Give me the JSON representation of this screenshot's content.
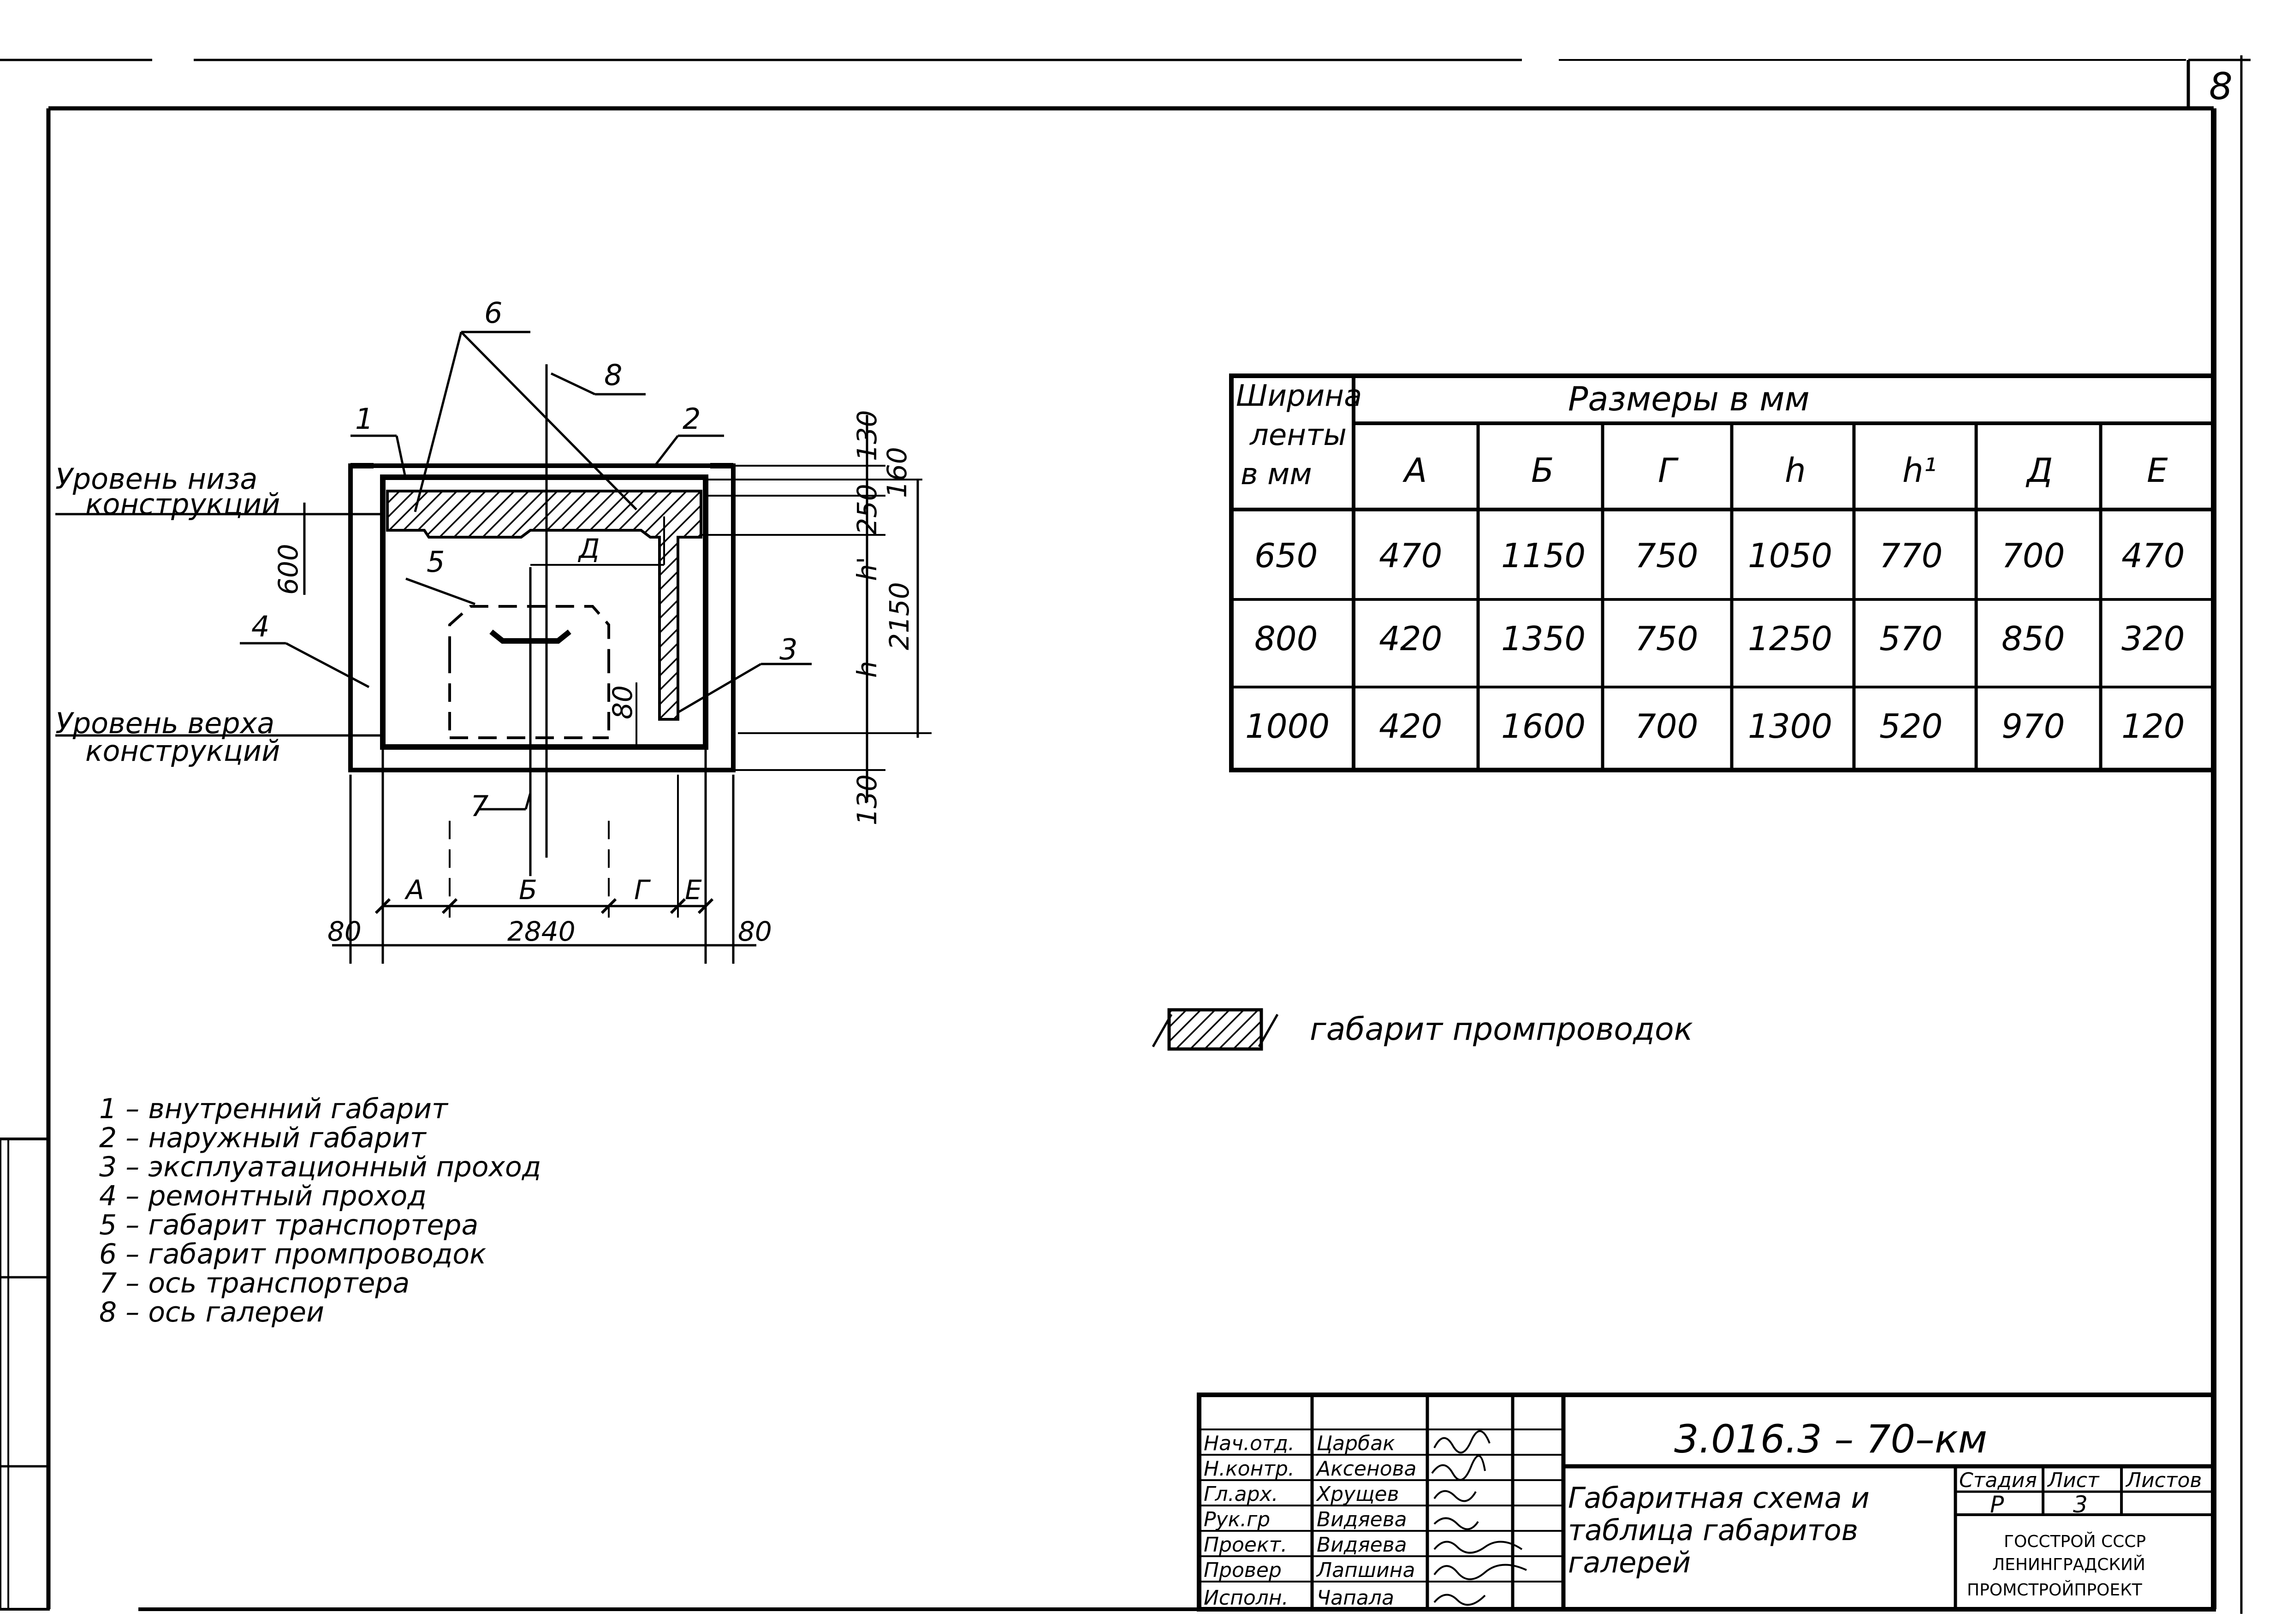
{
  "sheet_number": "8",
  "table": {
    "col_belt_width": [
      "Ширина",
      "ленты",
      "в мм"
    ],
    "sizes_header": "Размеры в мм",
    "columns": [
      "A",
      "Б",
      "Г",
      "h",
      "h¹",
      "Д",
      "Е"
    ],
    "rows": [
      [
        "650",
        "470",
        "1150",
        "750",
        "1050",
        "770",
        "700",
        "470"
      ],
      [
        "800",
        "420",
        "1350",
        "750",
        "1250",
        "570",
        "850",
        "320"
      ],
      [
        "1000",
        "420",
        "1600",
        "700",
        "1300",
        "520",
        "970",
        "120"
      ]
    ]
  },
  "drawing": {
    "level_bottom": [
      "Уровень низа",
      "конструкций"
    ],
    "level_top": [
      "Уровень верха",
      "конструкций"
    ],
    "callouts": [
      "1",
      "2",
      "3",
      "4",
      "5",
      "6",
      "7",
      "8"
    ],
    "dims": {
      "d130_top": "130",
      "d160": "160",
      "d250": "250",
      "h_prime": "h'",
      "d2150": "2150",
      "h": "h",
      "d130_bottom": "130",
      "d600": "600",
      "d80": "80",
      "D": "Д",
      "A": "A",
      "B": "Б",
      "G": "Г",
      "E": "Е",
      "total": "2840",
      "left80": "80",
      "right80": "80"
    }
  },
  "hatch_legend": "габарит промпроводок",
  "legend": [
    "1 – внутренний габарит",
    "2 – наружный габарит",
    "3 – эксплуатационный проход",
    "4 – ремонтный проход",
    "5 – габарит транспортера",
    "6 – габарит промпроводок",
    "7 – ось транспортера",
    "8 – ось галереи"
  ],
  "title_block": {
    "code": "3.016.3 – 70–км",
    "title": [
      "Габаритная схема и",
      "таблица габаритов",
      "галерей"
    ],
    "roles": [
      "Нач.отд.",
      "Н.контр.",
      "Гл.арх.",
      "Рук.гр",
      "Проект.",
      "Провер",
      "Исполн."
    ],
    "names": [
      "Царбак",
      "Аксенова",
      "Хрущев",
      "Видяева",
      "Видяева",
      "Лапшина",
      "Чапала"
    ],
    "stage_header": "Стадия",
    "sheet_header": "Лист",
    "sheets_header": "Листов",
    "stage": "Р",
    "sheet": "3",
    "org": [
      "ГОССТРОЙ СССР",
      "ЛЕНИНГРАДСКИЙ",
      "ПРОМСТРОЙПРОЕКТ"
    ]
  }
}
